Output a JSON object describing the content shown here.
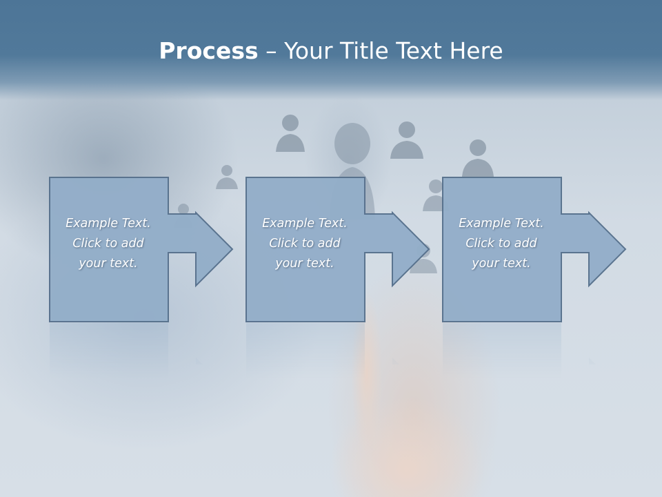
{
  "slide": {
    "title_bold": "Process",
    "title_rest": " – Your Title Text Here"
  },
  "steps": [
    {
      "line1": "Example Text.",
      "line2": "Click  to add",
      "line3": "your text."
    },
    {
      "line1": "Example Text.",
      "line2": "Click  to add",
      "line3": "your text."
    },
    {
      "line1": "Example Text.",
      "line2": "Click  to add",
      "line3": "your text."
    }
  ],
  "colors": {
    "header": "#51799a",
    "box_fill": "#93aec9",
    "box_stroke": "#56708c",
    "text": "#ffffff"
  },
  "icons": [
    "person-icon",
    "arrow-right-icon"
  ]
}
